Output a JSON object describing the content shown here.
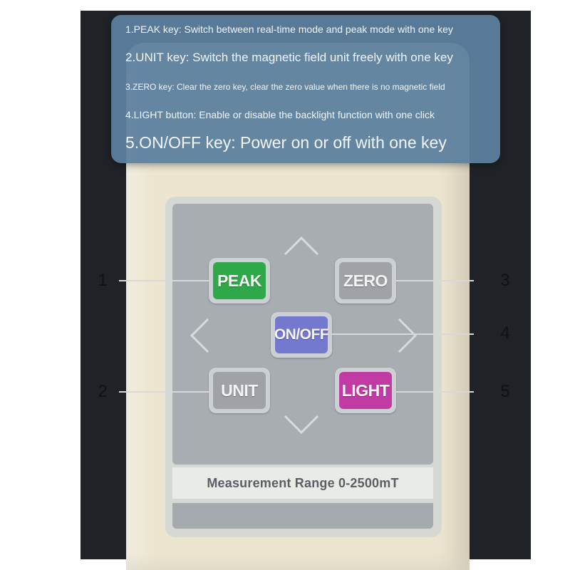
{
  "info_panel": {
    "lines": [
      "1.PEAK key: Switch between real-time mode and peak mode with one key",
      "2.UNIT key: Switch the magnetic field unit freely with one key",
      "3.ZERO key: Clear the zero key, clear the zero value when there is no magnetic field",
      "4.LIGHT button: Enable or disable the backlight function with one click",
      "5.ON/OFF key: Power on or off with one key"
    ]
  },
  "keys": {
    "peak": "PEAK",
    "zero": "ZERO",
    "onoff": "ON/OFF",
    "unit": "UNIT",
    "light": "LIGHT"
  },
  "range_label": "Measurement Range 0-2500mT",
  "callouts": [
    "1",
    "2",
    "3",
    "4",
    "5"
  ],
  "colors": {
    "peak": "#2fa84a",
    "onoff": "#7478cf",
    "light": "#c23aa4",
    "neutral_key": "#9fa3a7",
    "info_panel": "#5c809e"
  },
  "icons": [
    "arrow-up-icon",
    "arrow-down-icon",
    "arrow-left-icon",
    "arrow-right-icon"
  ]
}
